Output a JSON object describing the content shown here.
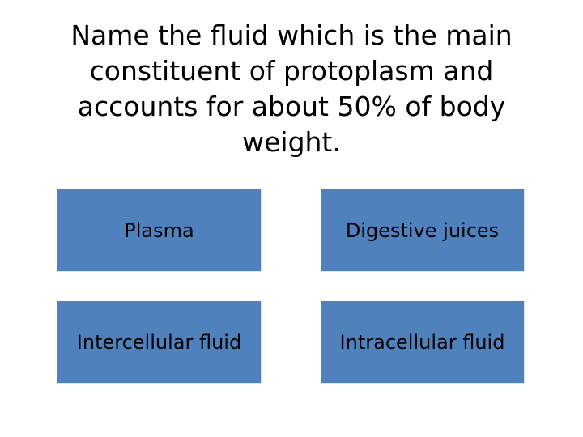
{
  "question": {
    "text": "Name the fluid which is the main constituent of protoplasm and accounts for about 50% of body weight."
  },
  "options": [
    {
      "label": "Plasma"
    },
    {
      "label": "Digestive juices"
    },
    {
      "label": "Intercellular fluid"
    },
    {
      "label": "Intracellular fluid"
    }
  ],
  "colors": {
    "option_fill": "#4f81bd",
    "text": "#000000",
    "background": "#ffffff"
  }
}
